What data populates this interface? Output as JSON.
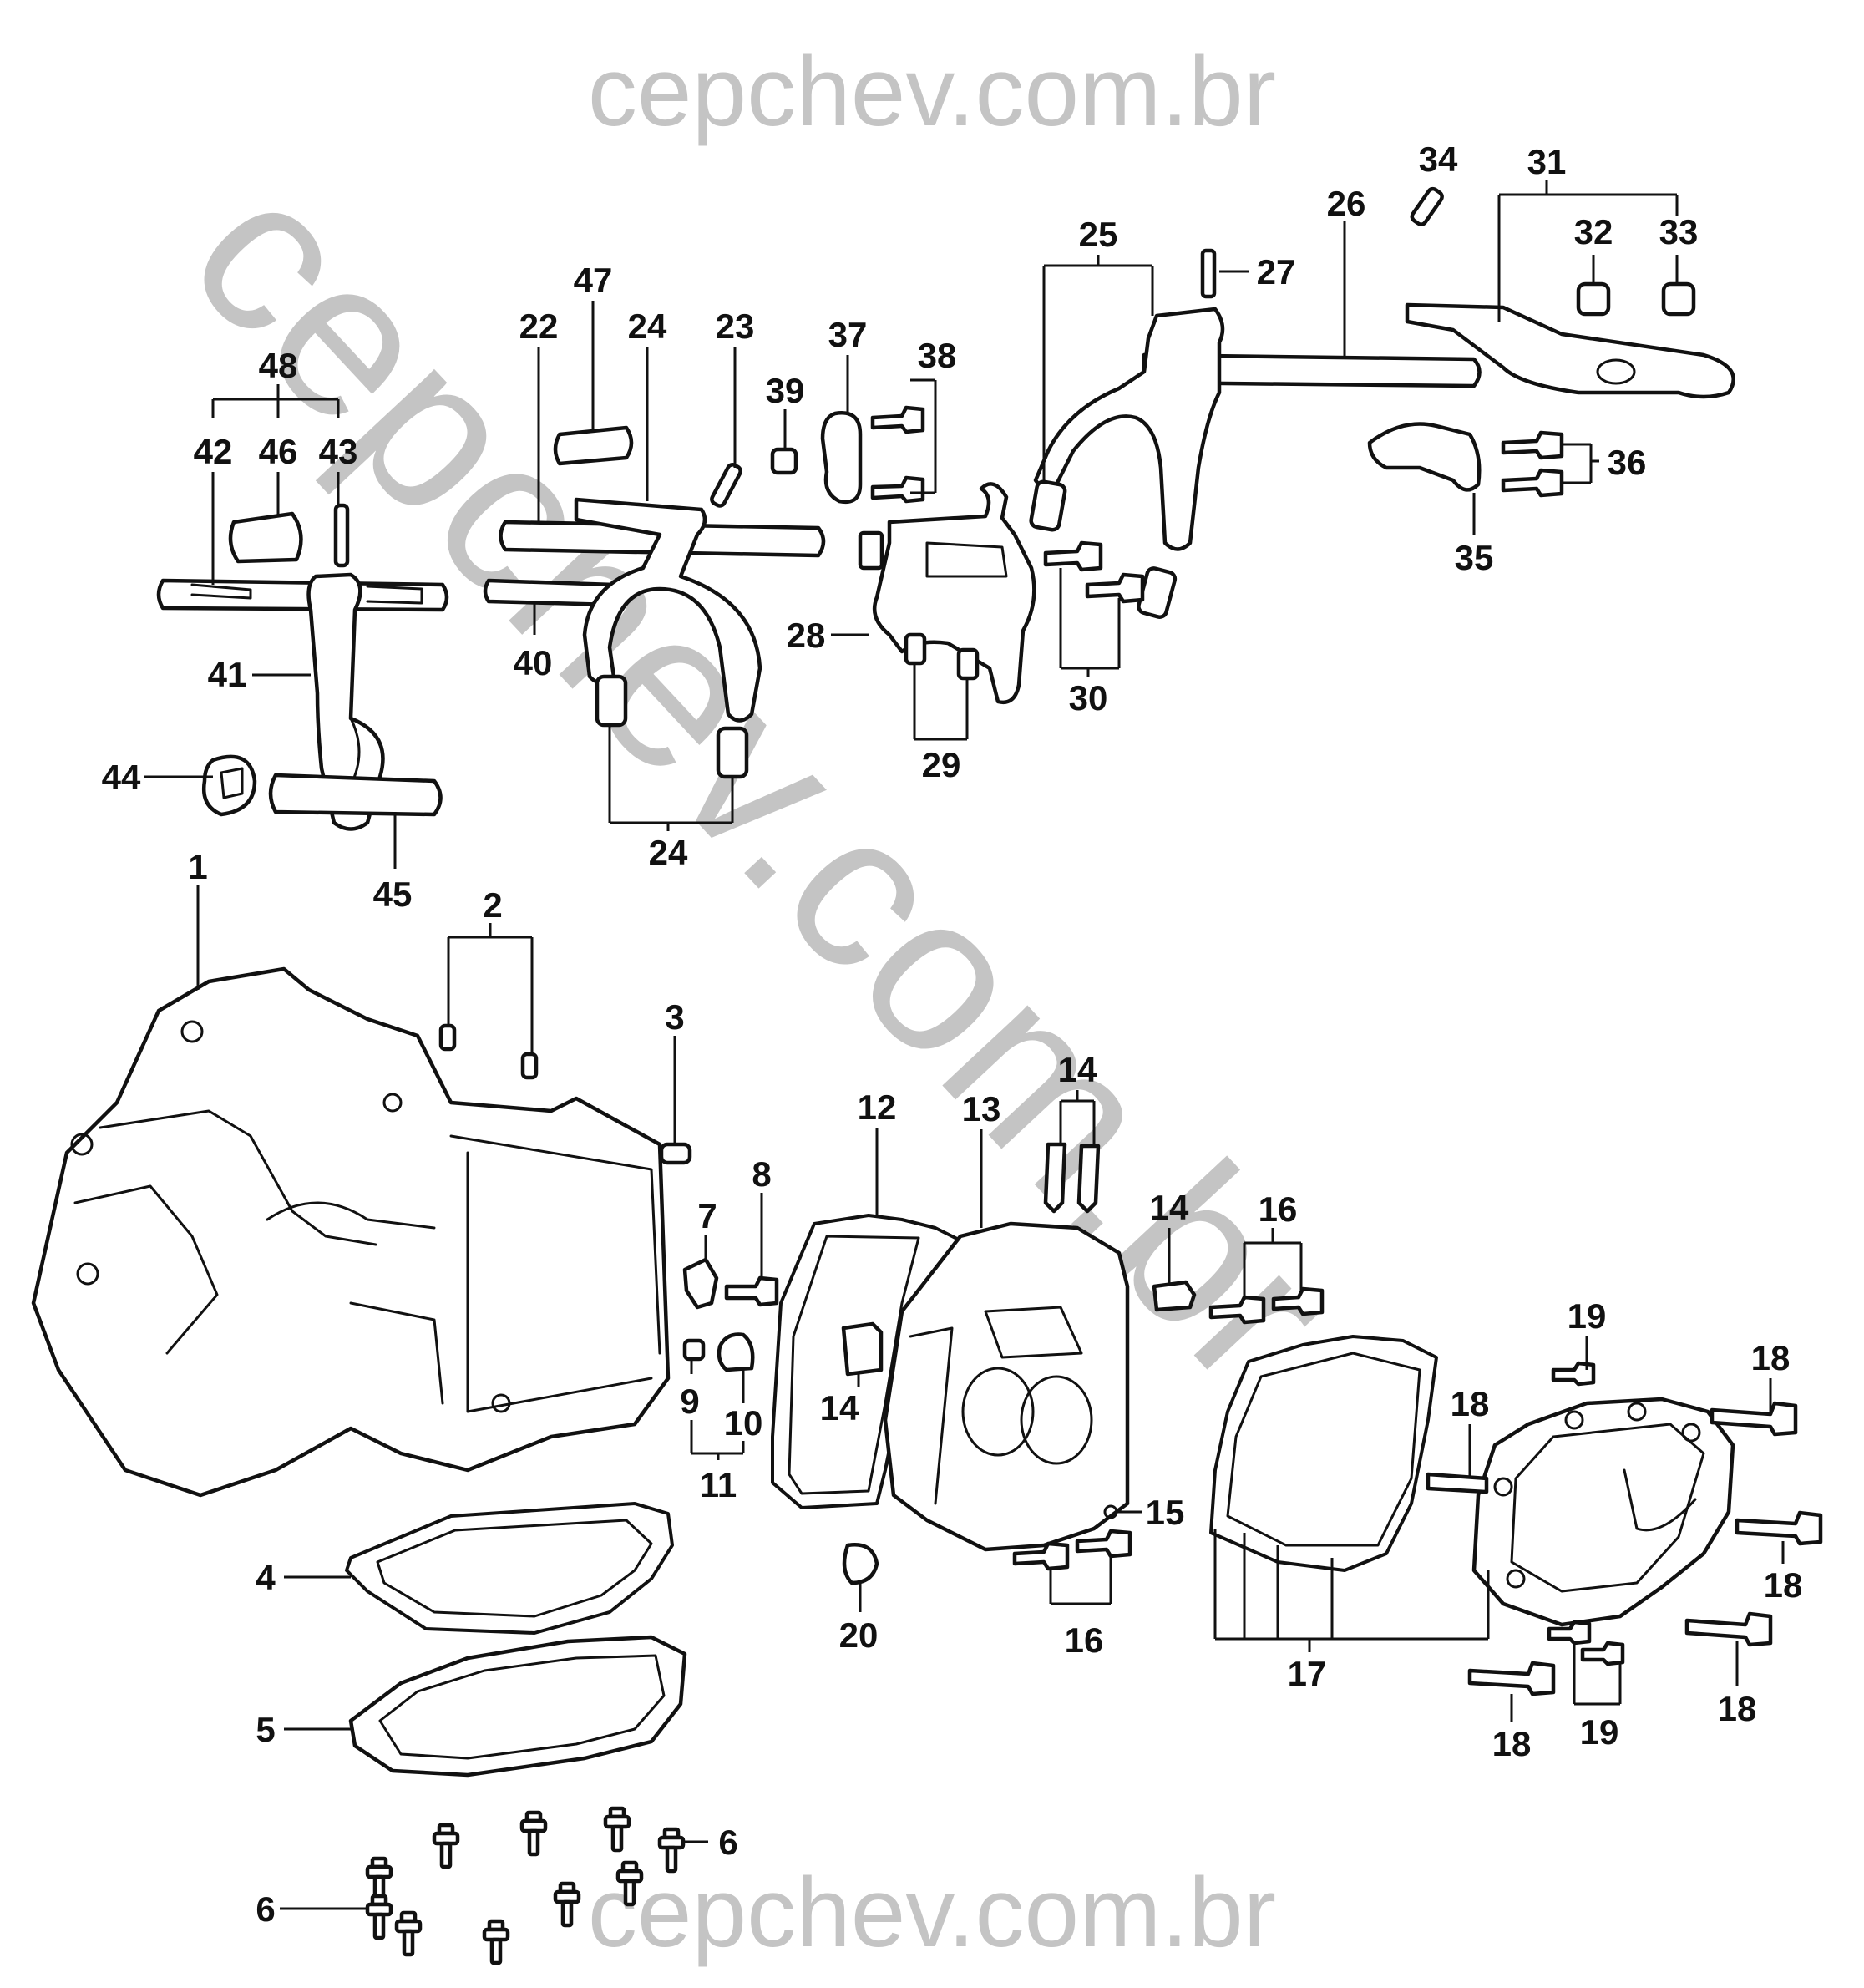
{
  "watermark": {
    "top": "cepchev.com.br",
    "bottom": "cepchev.com.br",
    "diagonal": "cepchev.com.br",
    "color": "#c4c4c4"
  },
  "labels": {
    "p1": "1",
    "p2": "2",
    "p3": "3",
    "p4": "4",
    "p5": "5",
    "p6a": "6",
    "p6b": "6",
    "p7": "7",
    "p8": "8",
    "p9": "9",
    "p10": "10",
    "p11": "11",
    "p12": "12",
    "p13": "13",
    "p14a": "14",
    "p14b": "14",
    "p14c": "14",
    "p15": "15",
    "p16a": "16",
    "p16b": "16",
    "p17": "17",
    "p18a": "18",
    "p18b": "18",
    "p18c": "18",
    "p18d": "18",
    "p18e": "18",
    "p19a": "19",
    "p19b": "19",
    "p20": "20",
    "p22": "22",
    "p23": "23",
    "p24a": "24",
    "p24b": "24",
    "p25": "25",
    "p26": "26",
    "p27": "27",
    "p28": "28",
    "p29": "29",
    "p30": "30",
    "p31": "31",
    "p32": "32",
    "p33": "33",
    "p34": "34",
    "p35": "35",
    "p36": "36",
    "p37": "37",
    "p38": "38",
    "p39": "39",
    "p40": "40",
    "p41": "41",
    "p42": "42",
    "p43": "43",
    "p44": "44",
    "p45": "45",
    "p46": "46",
    "p47": "47",
    "p48": "48"
  }
}
